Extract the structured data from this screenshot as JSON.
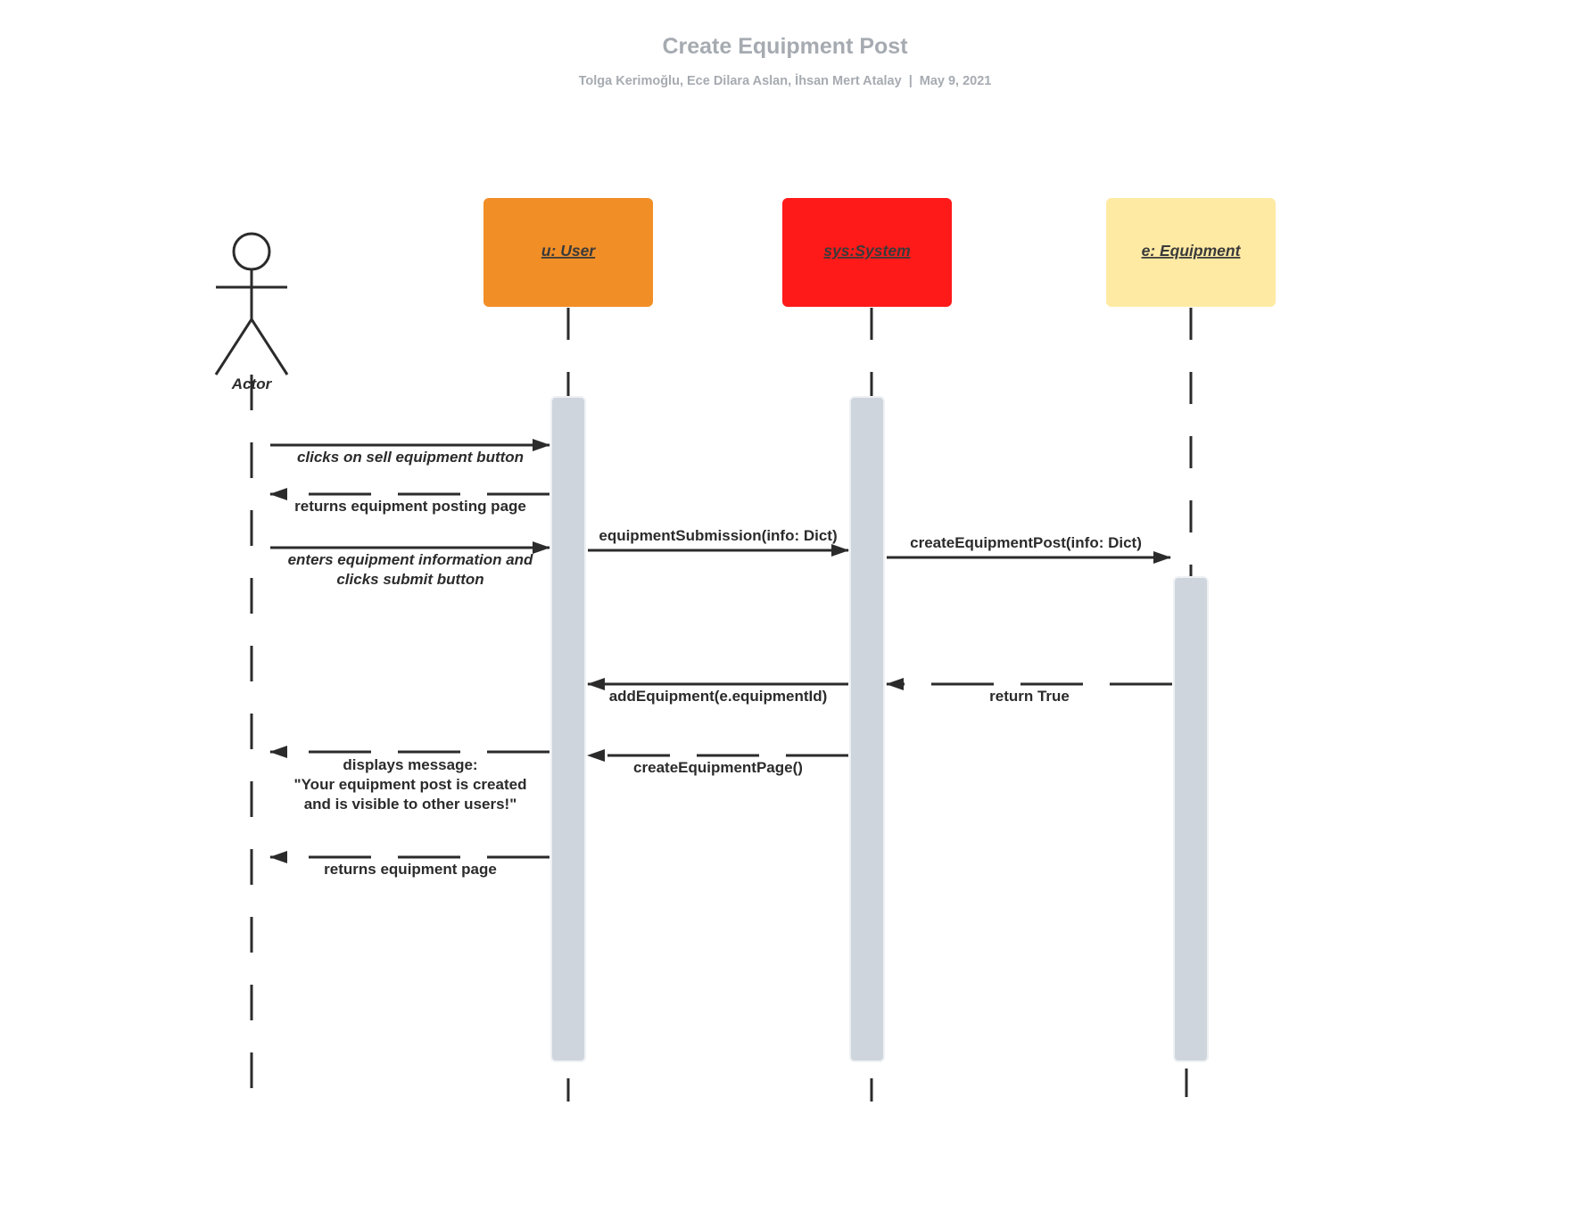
{
  "header": {
    "title": "Create Equipment Post",
    "authors": "Tolga Kerimoğlu, Ece Dilara Aslan, İhsan Mert Atalay",
    "separator": "|",
    "date": "May 9, 2021"
  },
  "actor": {
    "label": "Actor"
  },
  "participants": [
    {
      "label": "u: User",
      "color": "#f18e26"
    },
    {
      "label": "sys:System",
      "color": "#ff1a1a"
    },
    {
      "label": "e: Equipment",
      "color": "#ffeaa4"
    }
  ],
  "colors": {
    "activation": "#cfd5dc",
    "line": "#2b2b2b",
    "header_text": "#a6abb1"
  },
  "messages": [
    {
      "lines": [
        "clicks on sell equipment button"
      ],
      "style": "solid",
      "italic": true
    },
    {
      "lines": [
        "returns equipment posting page"
      ],
      "style": "dashed",
      "italic": false
    },
    {
      "lines": [
        "enters equipment information and",
        "clicks submit button"
      ],
      "style": "solid",
      "italic": true
    },
    {
      "lines": [
        "equipmentSubmission(info: Dict)"
      ],
      "style": "solid",
      "italic": false
    },
    {
      "lines": [
        "createEquipmentPost(info: Dict)"
      ],
      "style": "solid",
      "italic": false
    },
    {
      "lines": [
        "addEquipment(e.equipmentId)"
      ],
      "style": "solid",
      "italic": false
    },
    {
      "lines": [
        "return True"
      ],
      "style": "dashed",
      "italic": false
    },
    {
      "lines": [
        "displays message:",
        "\"Your equipment post is created",
        "and is visible to other users!\""
      ],
      "style": "dashed",
      "italic": false
    },
    {
      "lines": [
        "createEquipmentPage()"
      ],
      "style": "dashed",
      "italic": false
    },
    {
      "lines": [
        "returns equipment page"
      ],
      "style": "dashed",
      "italic": false
    }
  ]
}
